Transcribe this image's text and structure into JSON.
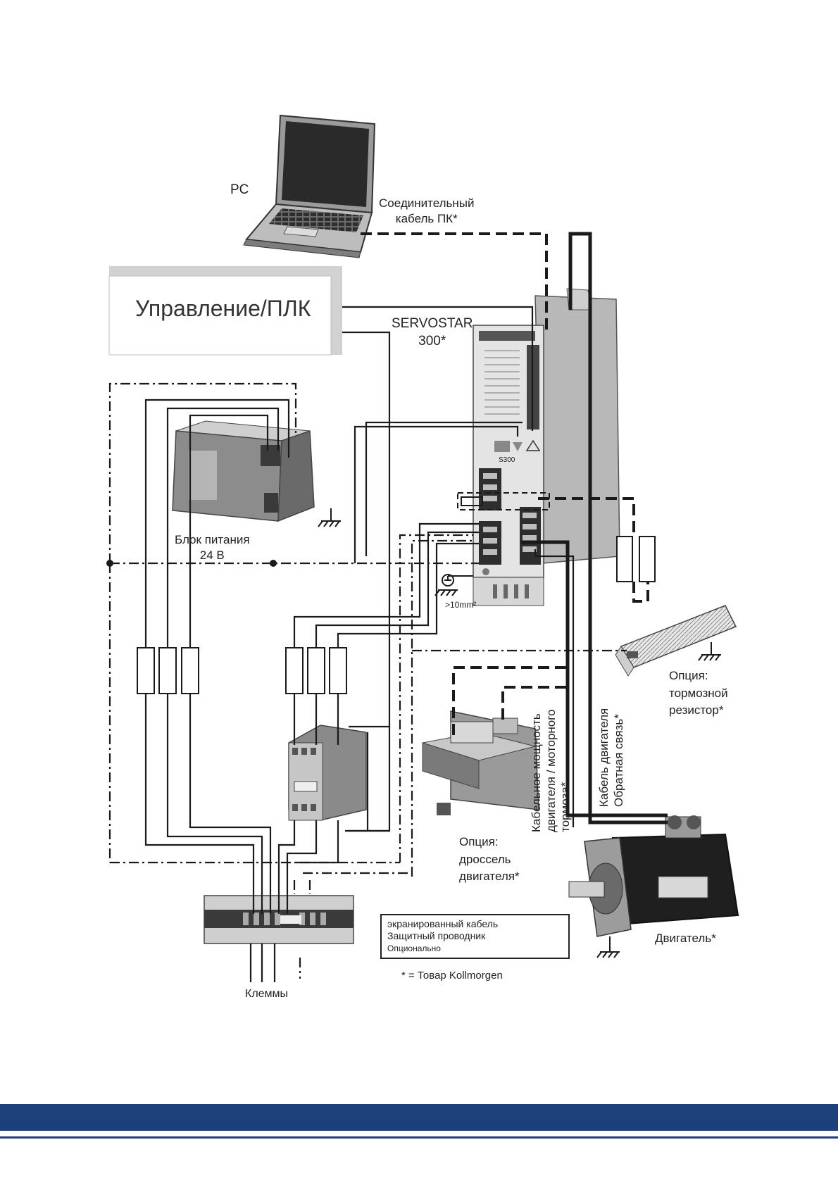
{
  "labels": {
    "pc": "PC",
    "pc_cable": [
      "Соединительный",
      "кабель ПК*"
    ],
    "plc": "Управление/ПЛК",
    "servostar": [
      "SERVOSTAR",
      "300*"
    ],
    "power_supply": [
      "Блок питания",
      "24 В"
    ],
    "ground_spec": ">10mm²",
    "brake_resistor": [
      "Опция:",
      "тормозной",
      "резистор*"
    ],
    "choke": [
      "Опция:",
      "дроссель",
      "двигателя*"
    ],
    "motor_power_cable": [
      "Кабельное мощность",
      "двигателя / моторного",
      "тормоза*"
    ],
    "motor_feedback_cable": [
      "Кабель двигателя",
      "Обратная связь*"
    ],
    "motor": "Двигатель*",
    "terminals": "Клеммы",
    "drive_model": "S300",
    "footnote": "* = Товар Kollmorgen"
  },
  "legend": {
    "shielded": "экранированный кабель",
    "protective": "Защитный проводник",
    "optional": "Опционально"
  },
  "colors": {
    "footer": "#1d3f7a",
    "line": "#1a1a1a"
  }
}
